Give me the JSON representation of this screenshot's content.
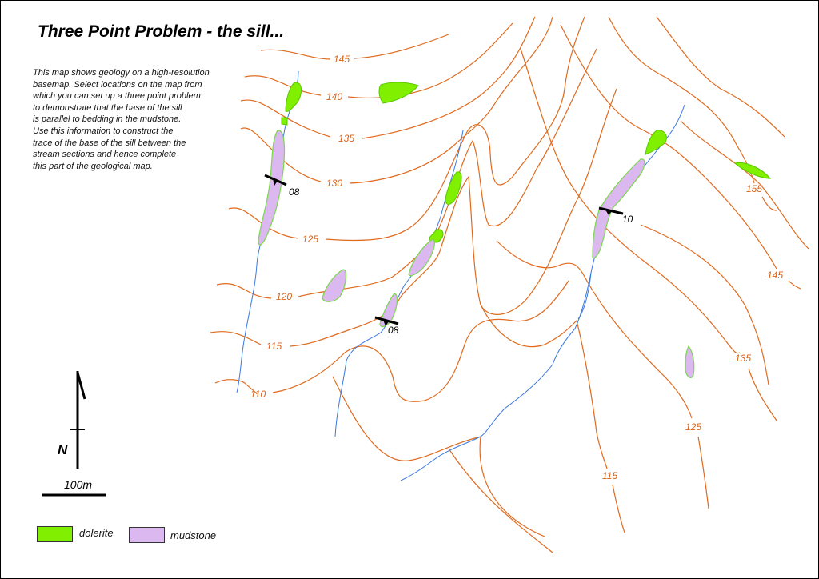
{
  "title": "Three Point Problem - the sill...",
  "description": [
    "This map shows geology on a high-resolution",
    "basemap. Select locations on the map from",
    "which you can set up a three point problem",
    "to demonstrate that the base of the sill",
    "is parallel to bedding in the mudstone.",
    "Use this information to construct the",
    "trace of the base of the sill between the",
    "stream sections and hence complete",
    "this part of the geological map."
  ],
  "contour_labels": [
    "145",
    "140",
    "135",
    "130",
    "125",
    "120",
    "115",
    "110",
    "155",
    "145",
    "135",
    "125",
    "115"
  ],
  "dip_labels": [
    "08",
    "08",
    "10"
  ],
  "north_arrow": {
    "label": "N"
  },
  "scale_bar": {
    "label": "100m"
  },
  "legend": [
    {
      "label": "dolerite",
      "color": "#80f000"
    },
    {
      "label": "mudstone",
      "color": "#dcb8f0"
    }
  ],
  "colors": {
    "contour": "#e06a1e",
    "stream": "#3a78e0"
  }
}
